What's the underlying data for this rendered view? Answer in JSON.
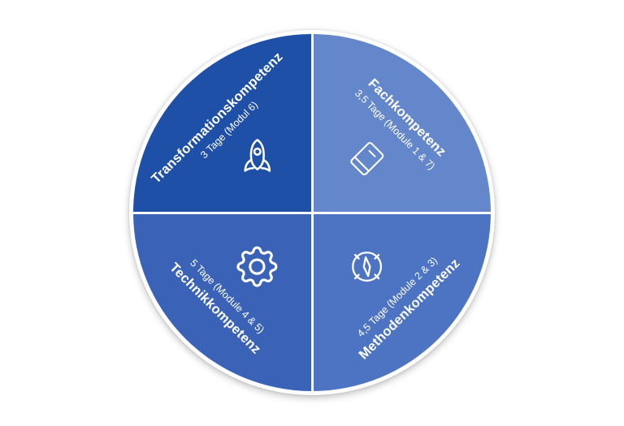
{
  "page": {
    "background_color": "#ffffff"
  },
  "diagram": {
    "type": "quadrant-wheel",
    "ring_color": "#ffffff",
    "divider_color": "#ffffff",
    "text_color": "#ffffff",
    "quadrants": [
      {
        "position": "top-left",
        "title": "Transformationskompetenz",
        "subtitle": "3 Tage (Modul 6)",
        "color": "#1e50a8",
        "icon": "rocket-icon"
      },
      {
        "position": "top-right",
        "title": "Fachkompetenz",
        "subtitle": "3,5 Tage (Module 1 & 7)",
        "color": "#6486ca",
        "icon": "book-icon"
      },
      {
        "position": "bottom-left",
        "title": "Technikkompetenz",
        "subtitle": "5 Tage (Module 4 & 5)",
        "color": "#3a63b8",
        "icon": "gear-icon"
      },
      {
        "position": "bottom-right",
        "title": "Methodenkompetenz",
        "subtitle": "4,5 Tage (Module 2 & 3)",
        "color": "#4d74c2",
        "icon": "compass-icon"
      }
    ]
  }
}
